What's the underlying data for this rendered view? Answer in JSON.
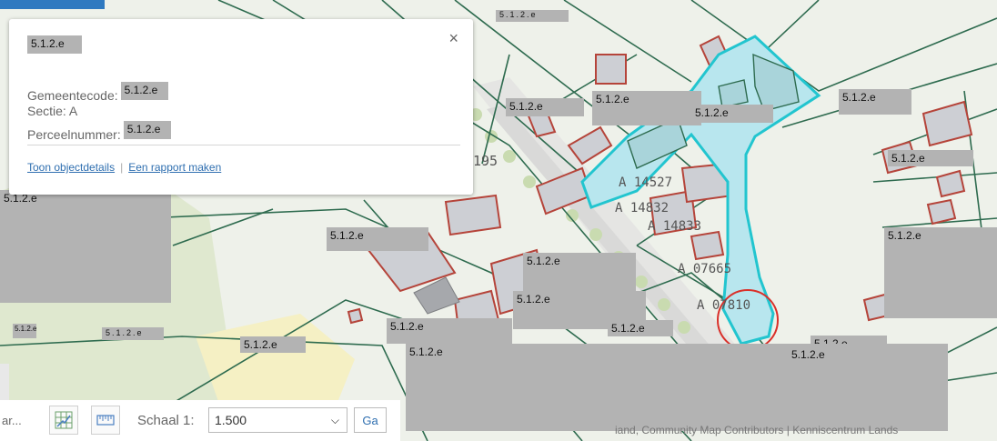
{
  "popup": {
    "title_redaction": "5.1.2.e",
    "gemeentecode_label": "Gemeentecode:",
    "gemeentecode_value": "5.1.2.e",
    "sectie": "Sectie: A",
    "perceel_label": "Perceelnummer:",
    "perceel_value": "5.1.2.e",
    "close_symbol": "×",
    "link_details": "Toon objectdetails",
    "link_separator": "|",
    "link_report": "Een rapport maken"
  },
  "map": {
    "parcel_labels": [
      "A 14527",
      "A 14832",
      "A 14833",
      "A 07665",
      "A 07810",
      "195"
    ],
    "redactions": [
      "5.1.2.e",
      "5.1.2.e",
      "5.1.2.e",
      "5.1.2.e",
      "5.1.2.e",
      "5.1.2.e",
      "5.1.2.e",
      "5.1.2.e",
      "5.1.2.e",
      "5.1.2.e",
      "5.1.2.e",
      "5.1.2.e",
      "5.1.2.e",
      "5.1.2.e",
      "5.1.2.e",
      "5.1.2.e",
      "5.1.2.e",
      "5.1.2.e",
      "5.1.2.e"
    ],
    "colors": {
      "parcel_outline": "#2e6b4f",
      "building_fill": "#cdcfd4",
      "building_outline": "#b5443a",
      "selected_outline": "#22c5cf",
      "selected_fill": "#b8e6ee",
      "marker_circle": "#d9302a"
    }
  },
  "toolbar": {
    "left_text": "ar...",
    "scale_label": "Schaal 1:",
    "scale_value": "1.500",
    "go_label": "Ga",
    "icon_grid": "grid-icon",
    "icon_ruler": "ruler-icon"
  },
  "attribution": "iand, Community Map Contributors | Kenniscentrum Lands"
}
